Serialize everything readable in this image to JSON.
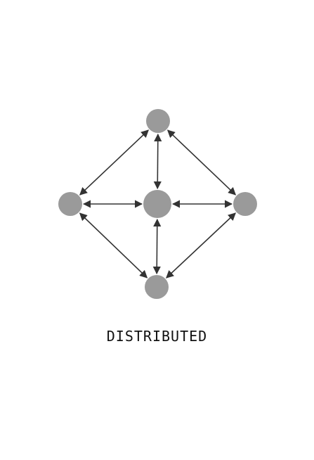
{
  "caption": "DISTRIBUTED",
  "colors": {
    "node_fill": "#9a9a9a",
    "edge_stroke": "#333333",
    "caption_text": "#111111",
    "background": "#ffffff"
  },
  "nodes": [
    {
      "id": "top"
    },
    {
      "id": "left"
    },
    {
      "id": "center"
    },
    {
      "id": "right"
    },
    {
      "id": "bottom"
    }
  ],
  "edges": [
    {
      "from": "top",
      "to": "left",
      "arrows": "both"
    },
    {
      "from": "top",
      "to": "center",
      "arrows": "both"
    },
    {
      "from": "top",
      "to": "right",
      "arrows": "both"
    },
    {
      "from": "left",
      "to": "center",
      "arrows": "both"
    },
    {
      "from": "center",
      "to": "right",
      "arrows": "both"
    },
    {
      "from": "left",
      "to": "bottom",
      "arrows": "both"
    },
    {
      "from": "center",
      "to": "bottom",
      "arrows": "both"
    },
    {
      "from": "right",
      "to": "bottom",
      "arrows": "both"
    }
  ]
}
